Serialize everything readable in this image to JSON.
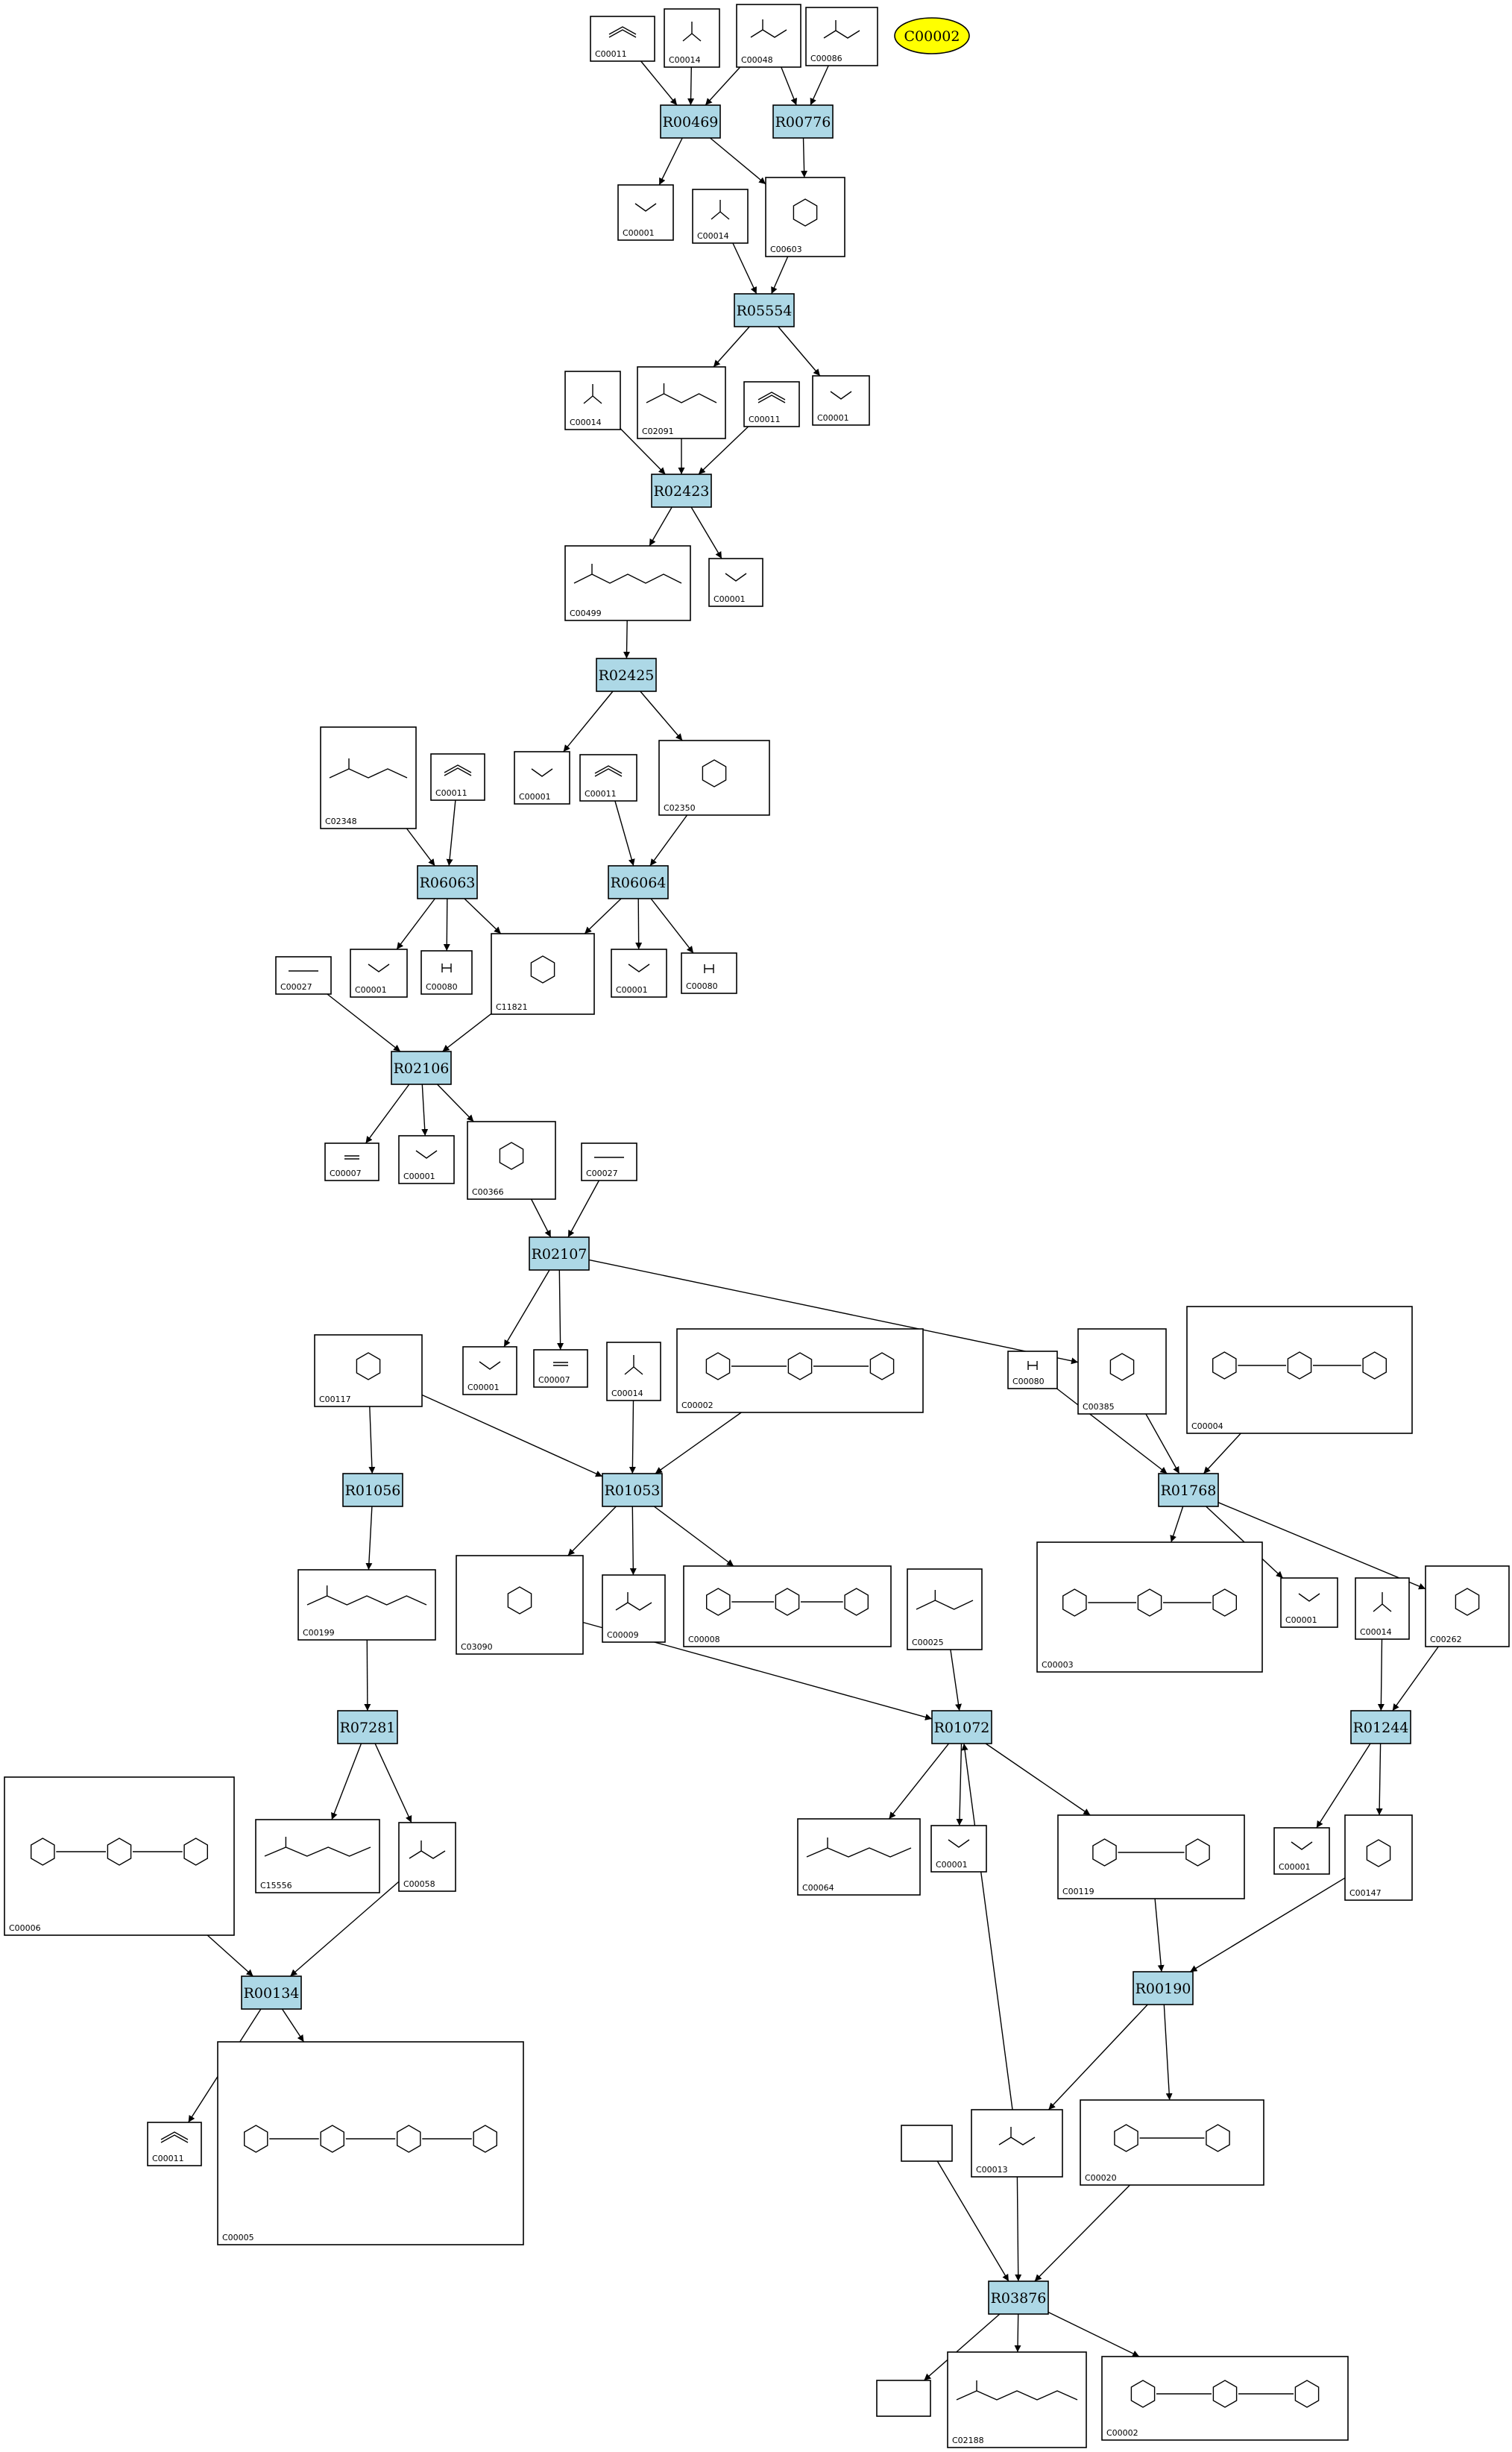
{
  "highlight": {
    "id": "C00002"
  },
  "reactions": [
    {
      "id": "R00469",
      "label": "R00469"
    },
    {
      "id": "R00776",
      "label": "R00776"
    },
    {
      "id": "R05554",
      "label": "R05554"
    },
    {
      "id": "R02423",
      "label": "R02423"
    },
    {
      "id": "R02425",
      "label": "R02425"
    },
    {
      "id": "R06063",
      "label": "R06063"
    },
    {
      "id": "R06064",
      "label": "R06064"
    },
    {
      "id": "R02106",
      "label": "R02106"
    },
    {
      "id": "R02107",
      "label": "R02107"
    },
    {
      "id": "R01056",
      "label": "R01056"
    },
    {
      "id": "R01053",
      "label": "R01053"
    },
    {
      "id": "R01768",
      "label": "R01768"
    },
    {
      "id": "R07281",
      "label": "R07281"
    },
    {
      "id": "R01072",
      "label": "R01072"
    },
    {
      "id": "R01244",
      "label": "R01244"
    },
    {
      "id": "R00134",
      "label": "R00134"
    },
    {
      "id": "R00190",
      "label": "R00190"
    },
    {
      "id": "R03876",
      "label": "R03876"
    }
  ],
  "compounds": [
    {
      "key": "c1",
      "id": "C00011"
    },
    {
      "key": "c2",
      "id": "C00014"
    },
    {
      "key": "c3",
      "id": "C00048"
    },
    {
      "key": "c4",
      "id": "C00086"
    },
    {
      "key": "c5",
      "id": "C00001"
    },
    {
      "key": "c6",
      "id": "C00014"
    },
    {
      "key": "c7",
      "id": "C00603"
    },
    {
      "key": "c8",
      "id": "C00014"
    },
    {
      "key": "c9",
      "id": "C02091"
    },
    {
      "key": "c10",
      "id": "C00011"
    },
    {
      "key": "c11",
      "id": "C00001"
    },
    {
      "key": "c12",
      "id": "C00499"
    },
    {
      "key": "c13",
      "id": "C00001"
    },
    {
      "key": "c14",
      "id": "C02348"
    },
    {
      "key": "c15",
      "id": "C00011"
    },
    {
      "key": "c16",
      "id": "C00001"
    },
    {
      "key": "c17",
      "id": "C00011"
    },
    {
      "key": "c18",
      "id": "C02350"
    },
    {
      "key": "c19",
      "id": "C00027"
    },
    {
      "key": "c20",
      "id": "C00001"
    },
    {
      "key": "c21",
      "id": "C00080"
    },
    {
      "key": "c22",
      "id": "C11821"
    },
    {
      "key": "c23",
      "id": "C00001"
    },
    {
      "key": "c24",
      "id": "C00080"
    },
    {
      "key": "c25",
      "id": "C00007"
    },
    {
      "key": "c26",
      "id": "C00001"
    },
    {
      "key": "c27",
      "id": "C00366"
    },
    {
      "key": "c28",
      "id": "C00027"
    },
    {
      "key": "c29",
      "id": "C00117"
    },
    {
      "key": "c30",
      "id": "C00001"
    },
    {
      "key": "c31",
      "id": "C00007"
    },
    {
      "key": "c32",
      "id": "C00014"
    },
    {
      "key": "c33",
      "id": "C00002"
    },
    {
      "key": "c34",
      "id": "C00080"
    },
    {
      "key": "c35",
      "id": "C00385"
    },
    {
      "key": "c36",
      "id": "C00004"
    },
    {
      "key": "c37",
      "id": "C00199"
    },
    {
      "key": "c38",
      "id": "C03090"
    },
    {
      "key": "c39",
      "id": "C00009"
    },
    {
      "key": "c40",
      "id": "C00008"
    },
    {
      "key": "c41",
      "id": "C00025"
    },
    {
      "key": "c42",
      "id": "C00003"
    },
    {
      "key": "c43",
      "id": "C00001"
    },
    {
      "key": "c44",
      "id": "C00014"
    },
    {
      "key": "c45",
      "id": "C00262"
    },
    {
      "key": "c46",
      "id": "C00006"
    },
    {
      "key": "c47",
      "id": "C15556"
    },
    {
      "key": "c48",
      "id": "C00058"
    },
    {
      "key": "c49",
      "id": "C00064"
    },
    {
      "key": "c50",
      "id": "C00001"
    },
    {
      "key": "c51",
      "id": "C00119"
    },
    {
      "key": "c52",
      "id": "C00001"
    },
    {
      "key": "c53",
      "id": "C00147"
    },
    {
      "key": "c54",
      "id": "C00011"
    },
    {
      "key": "c55",
      "id": "C00005"
    },
    {
      "key": "c56",
      "id": ""
    },
    {
      "key": "c57",
      "id": "C00013"
    },
    {
      "key": "c58",
      "id": "C00020"
    },
    {
      "key": "c59",
      "id": ""
    },
    {
      "key": "c60",
      "id": "C02188"
    },
    {
      "key": "c61",
      "id": "C00002"
    }
  ]
}
